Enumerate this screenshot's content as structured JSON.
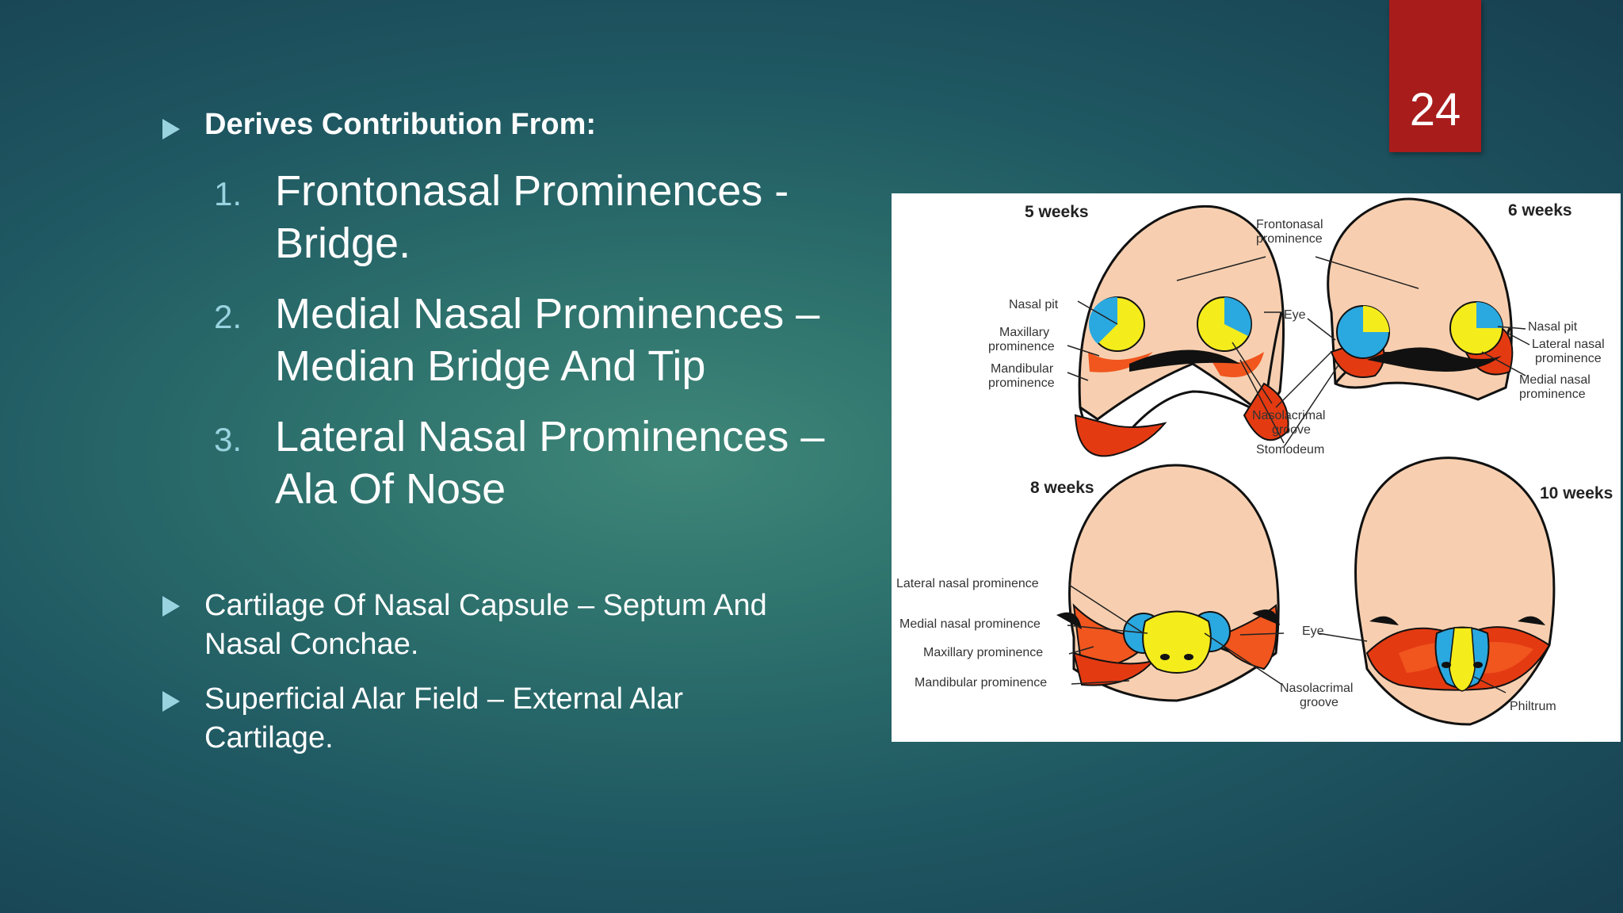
{
  "slide_number": "24",
  "heading": "Derives Contribution From:",
  "numbered_items": [
    {
      "num": "1.",
      "line1": "Frontonasal Prominences -",
      "line2": "Bridge."
    },
    {
      "num": "2.",
      "line1": "Medial Nasal Prominences –",
      "line2": "Median Bridge And Tip"
    },
    {
      "num": "3.",
      "line1": "Lateral Nasal Prominences –",
      "line2": "Ala Of Nose"
    }
  ],
  "bullets": [
    {
      "line1": "Cartilage Of Nasal Capsule – Septum And",
      "line2": "Nasal  Conchae."
    },
    {
      "line1": "Superficial Alar Field  – External Alar",
      "line2": "Cartilage."
    }
  ],
  "figure": {
    "weeks": [
      "5 weeks",
      "6 weeks",
      "8 weeks",
      "10 weeks"
    ],
    "labels": {
      "frontonasal": [
        "Frontonasal",
        "prominence"
      ],
      "nasal_pit_left": "Nasal pit",
      "maxillary_left": [
        "Maxillary",
        "prominence"
      ],
      "mandibular_left": [
        "Mandibular",
        "prominence"
      ],
      "eye_top": "Eye",
      "nasolacrimal_top": [
        "Nasolacrimal",
        "groove"
      ],
      "stomodeum": "Stomodeum",
      "nasal_pit_right": "Nasal pit",
      "lateral_nasal_right": [
        "Lateral nasal",
        "prominence"
      ],
      "medial_nasal_right": [
        "Medial nasal",
        "prominence"
      ],
      "lateral_nasal_8": "Lateral nasal prominence",
      "medial_nasal_8": "Medial nasal prominence",
      "maxillary_8": "Maxillary prominence",
      "mandibular_8": "Mandibular prominence",
      "eye_bottom": "Eye",
      "nasolacrimal_bottom": [
        "Nasolacrimal",
        "groove"
      ],
      "philtrum": "Philtrum"
    },
    "colors": {
      "skin": "#f7cfb0",
      "lateral_nasal": "#2aa8e0",
      "medial_nasal": "#f5ec1c",
      "maxillary": "#f0561e",
      "mandibular": "#e43a12",
      "outline": "#111111"
    }
  }
}
